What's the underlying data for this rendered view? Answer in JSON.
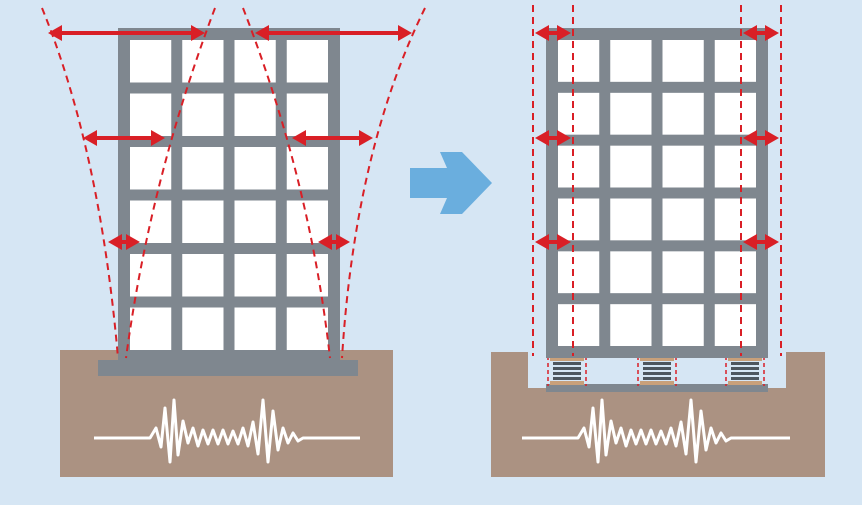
{
  "colors": {
    "background": "#d6e6f4",
    "ground": "#ab9282",
    "frame": "#7f878f",
    "window": "#ffffff",
    "arrow": "#d91f26",
    "guide": "#d91f26",
    "transition_arrow": "#6aaede",
    "seismic_wave": "#ffffff",
    "isolator_plate": "#c8a07a",
    "isolator_rubber": "#4d565e"
  },
  "icons": {
    "transition": "right-arrow-icon",
    "seismic": "seismic-wave-icon",
    "displacement": "double-headed-arrow-icon"
  },
  "diagram": {
    "left_panel": "conventional-building-sway",
    "right_panel": "base-isolated-building",
    "building_floors": 6,
    "building_columns": 4,
    "isolator_count": 3
  }
}
